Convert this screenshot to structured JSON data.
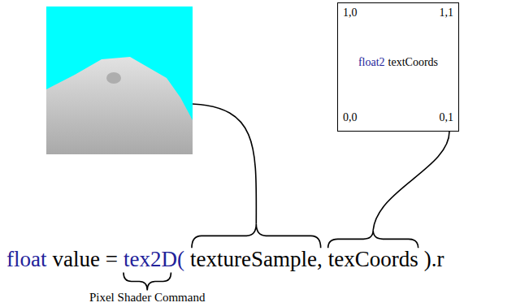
{
  "diagram": {
    "nodes": [
      {
        "text": [
          "1,0",
          "1,1",
          "float2",
          "textCoords",
          "0,0",
          "0,1"
        ]
      }
    ],
    "labels": [
      "float",
      "value =",
      "tex2D(",
      "textureSample,",
      "texCoords",
      ").r",
      "Pixel Shader Command"
    ]
  }
}
